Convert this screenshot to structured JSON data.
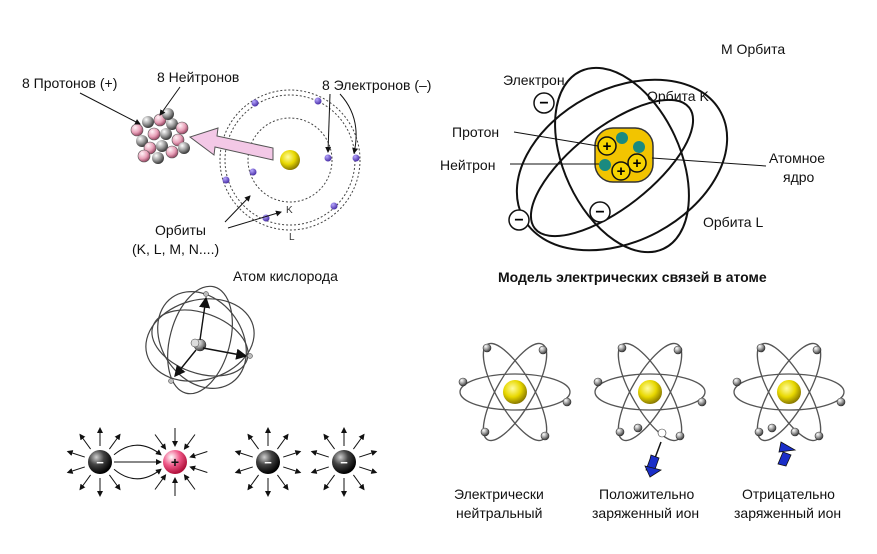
{
  "oxygen_diagram": {
    "protons_label": "8 Протонов (+)",
    "neutrons_label": "8 Нейтронов",
    "electrons_label": "8 Электронов (–)",
    "orbits_label_line1": "Орбиты",
    "orbits_label_line2": "(K, L, M, N....)",
    "orbit_k_letter": "K",
    "orbit_l_letter": "L",
    "caption": "Атом кислорода"
  },
  "bond_model": {
    "m_orbit_label": "М Орбита",
    "electron_label": "Электрон",
    "orbit_k_label": "Орбита K",
    "proton_label": "Протон",
    "neutron_label": "Нейтрон",
    "nucleus_label_line1": "Атомное",
    "nucleus_label_line2": "ядро",
    "orbit_l_label": "Орбита L",
    "title": "Модель электрических связей в атоме"
  },
  "ions": {
    "neutral_line1": "Электрически",
    "neutral_line2": "нейтральный",
    "positive_line1": "Положительно",
    "positive_line2": "заряженный ион",
    "negative_line1": "Отрицательно",
    "negative_line2": "заряженный ион"
  },
  "symbols": {
    "plus": "+",
    "minus": "−"
  },
  "colors": {
    "nucleus_yellow": "#e8d800",
    "electron_purple": "#6a4fc8",
    "proton_pink": "#e8a0b8",
    "neutron_teal": "#1a8a80",
    "arrow_blue": "#1a2ec8",
    "pink_arrow": "#f3c8e6"
  }
}
